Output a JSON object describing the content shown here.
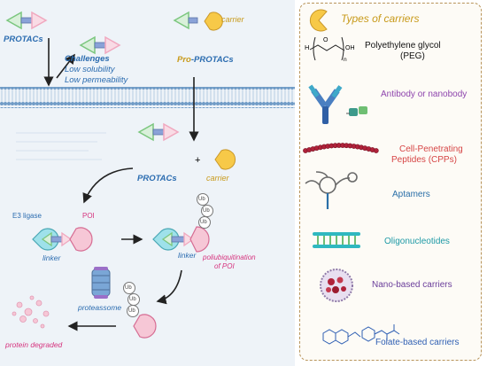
{
  "left": {
    "protacs_top": "PROTACs",
    "challenges_title": "Challenges",
    "challenges_line1": "Low solubility",
    "challenges_line2": "Low permeability",
    "carrier_top": "carrier",
    "pro_prefix": "Pro",
    "pro_suffix": "-PROTACs",
    "protacs_mid": "PROTACs",
    "plus": "+",
    "carrier_mid": "carrier",
    "e3_ligase": "E3 ligase",
    "poi": "POI",
    "linker1": "linker",
    "linker2": "linker",
    "poliubiq_line1": "poliubiquitination",
    "poliubiq_line2": "of POI",
    "ub": "Ub",
    "proteasome": "proteassome",
    "degraded": "protein degraded"
  },
  "right": {
    "title": "Types of carriers",
    "peg_label_line1": "Polyethylene glycol",
    "peg_label_line2": "(PEG)",
    "peg_h": "H",
    "peg_o": "O",
    "peg_oh": "OH",
    "peg_n": "n",
    "antibody": "Antibody or nanobody",
    "cpp_line1": "Cell-Penetrating",
    "cpp_line2": "Peptides (CPPs)",
    "aptamers": "Aptamers",
    "oligo": "Oligonucleotides",
    "nano": "Nano-based carriers",
    "folate": "Folate-based carriers"
  },
  "colors": {
    "carrier_yellow": "#f7c948",
    "protac_green": "#7bc67e",
    "protac_pink": "#f0a8bf",
    "membrane_blue": "#5a8ab8",
    "text_blue": "#2b6cb0",
    "pink_text": "#d6337e",
    "antibody_purple": "#8e44ad",
    "cpp_red": "#d64545",
    "aptamer_blue": "#2a6fa8",
    "oligo_teal": "#1e9aa6",
    "nano_purple": "#6a3d9a",
    "folate_blue": "#2f5fb3",
    "frame_brown": "#b8945a"
  }
}
